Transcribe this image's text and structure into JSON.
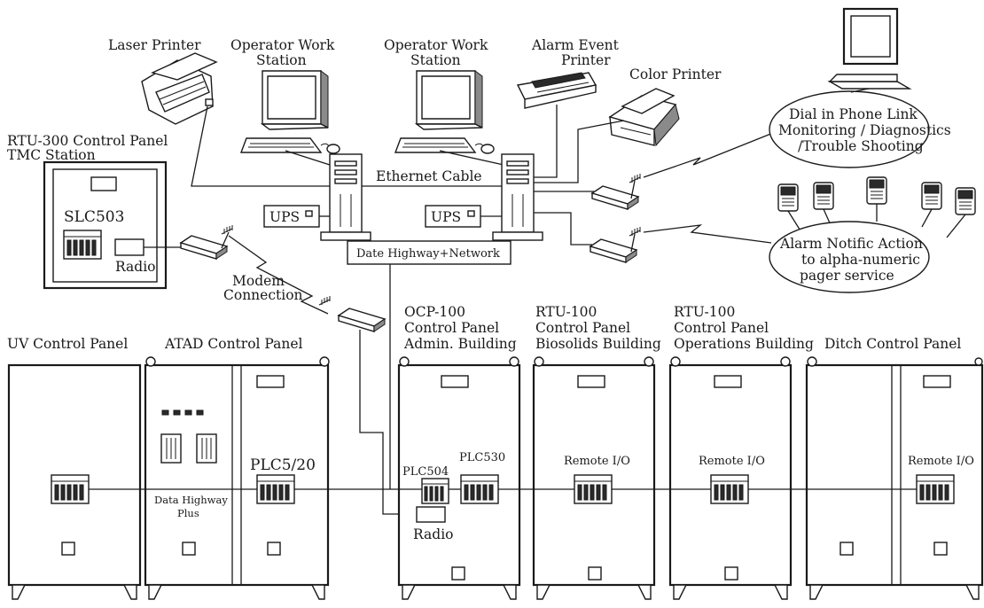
{
  "devices": {
    "laser_printer": "Laser Printer",
    "operator_ws_1": [
      "Operator Work",
      "Station"
    ],
    "operator_ws_2": [
      "Operator Work",
      "Station"
    ],
    "alarm_event_printer": [
      "Alarm Event",
      "Printer"
    ],
    "color_printer": "Color Printer"
  },
  "rtu300": {
    "title": [
      "RTU-300 Control Panel",
      "TMC Station"
    ],
    "plc": "SLC503",
    "radio": "Radio"
  },
  "network": {
    "ethernet": "Ethernet Cable",
    "ups_1": "UPS",
    "ups_2": "UPS",
    "data_highway": "Date Highway+Network",
    "modem": [
      "Modem",
      "Connection"
    ]
  },
  "callouts": {
    "dial_in": [
      "Dial in Phone Link",
      "Monitoring / Diagnostics",
      "/Trouble Shooting"
    ],
    "alarm_notification": [
      "Alarm Notific Action",
      "to alpha-numeric",
      "pager service"
    ]
  },
  "panels": {
    "uv": "UV Control Panel",
    "atad": "ATAD Control Panel",
    "ocp100": [
      "OCP-100",
      "Control Panel",
      "Admin. Building"
    ],
    "rtu100_bio": [
      "RTU-100",
      "Control Panel",
      "Biosolids Building"
    ],
    "rtu100_ops": [
      "RTU-100",
      "Control Panel",
      "Operations Building"
    ],
    "ditch": "Ditch Control Panel"
  },
  "panel_labels": {
    "plc5_20": "PLC5/20",
    "dh_plus": [
      "Data Highway",
      "Plus"
    ],
    "plc504": "PLC504",
    "plc530": "PLC530",
    "radio": "Radio",
    "remote_io_1": "Remote I/O",
    "remote_io_2": "Remote I/O",
    "remote_io_3": "Remote I/O"
  }
}
